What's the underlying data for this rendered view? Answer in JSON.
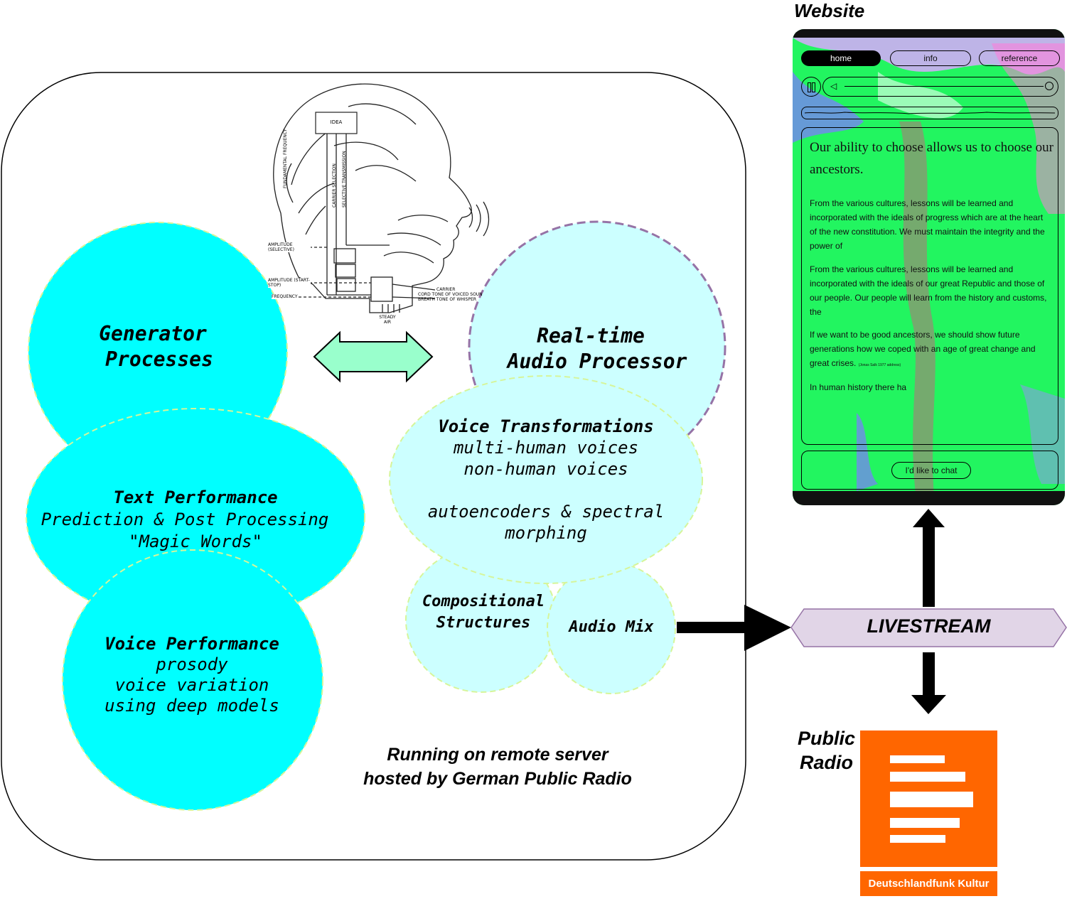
{
  "diagram": {
    "generator": {
      "title_line1": "Generator",
      "title_line2": "Processes"
    },
    "text_performance": {
      "title": "Text Performance",
      "line1": "Prediction & Post Processing",
      "line2": "\"Magic Words\""
    },
    "voice_performance": {
      "title": "Voice Performance",
      "line1": "prosody",
      "line2": "voice variation",
      "line3": "using deep models"
    },
    "realtime": {
      "title_line1": "Real-time",
      "title_line2": "Audio Processor"
    },
    "voice_transformations": {
      "title": "Voice Transformations",
      "line1": "multi-human voices",
      "line2": "non-human voices",
      "line3": "autoencoders & spectral",
      "line4": "morphing"
    },
    "compositional": {
      "line1": "Compositional",
      "line2": "Structures"
    },
    "audio_mix": "Audio Mix",
    "server_caption_line1": "Running on remote server",
    "server_caption_line2": "hosted by German Public Radio",
    "livestream": "LIVESTREAM",
    "website_label": "Website",
    "public_radio_line1": "Public",
    "public_radio_line2": "Radio",
    "radio_logo_text": "Deutschlandfunk Kultur",
    "head_illustration_labels": [
      "IDEA",
      "FUNDAMENTAL FREQUENCY",
      "CARRIER SELECTION",
      "SELECTIVE TRANSMISSION",
      "AMPLITUDE (SELECTIVE)",
      "AMPLITUDE (START-STOP)",
      "FREQUENCY",
      "CARRIER",
      "CORD TONE OF VOICED SOUND",
      "BREATH TONE OF WHISPER",
      "STEADY AIR"
    ]
  },
  "website": {
    "nav": [
      "home",
      "info",
      "reference"
    ],
    "headline": "Our ability to choose allows us to choose our ancestors.",
    "paragraphs": [
      "From the various cultures, lessons will be learned and incorporated with the ideals of progress which are at the heart of the new constitution. We must maintain the integrity and the power of",
      "From the various cultures, lessons will be learned and incorporated with the ideals of our great Republic and those of our people. Our people will learn from the history and customs, the",
      "If we want to be good ancestors, we should show future generations how we coped with an age of great change and great crises."
    ],
    "footnote": "(Jonas Salk 1977 address)",
    "truncated": "In human history there ha",
    "chat_button": "I'd like to chat"
  },
  "colors": {
    "generator_fill": "#00FFFF",
    "processor_fill": "#CCFFFF",
    "arrow_fill": "#99FFCC",
    "livestream_fill": "#E1D5E7",
    "radio_orange": "#FF6600",
    "website_green": "#22F560"
  }
}
